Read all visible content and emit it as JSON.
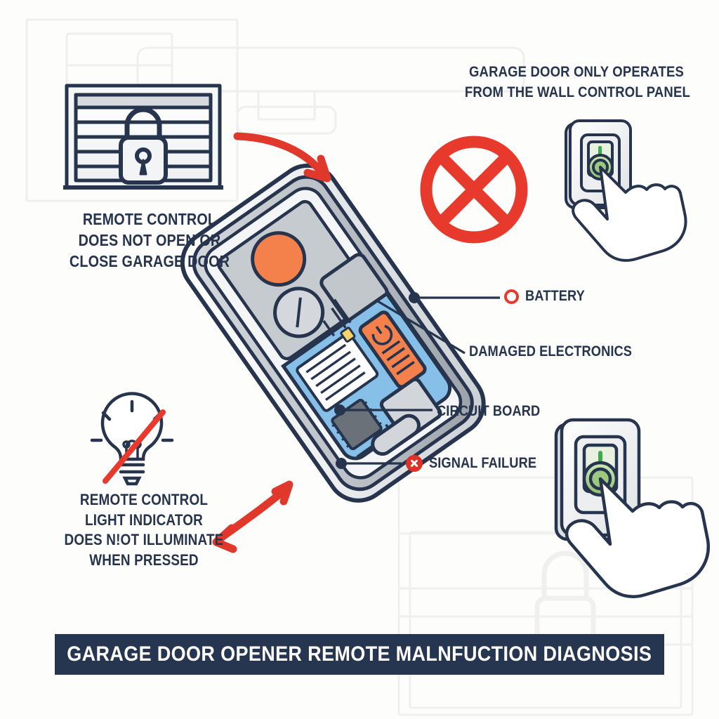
{
  "banner": {
    "title": "GARAGE DOOR OPENER REMOTE MALNFUCTION DIAGNOSIS"
  },
  "captions": {
    "no_open": {
      "lines": [
        "REMOTE CONTROL",
        "DOES NOT OPEN OR",
        "CLOSE GARAGE DOOR"
      ]
    },
    "wall_panel": {
      "lines": [
        "GARAGE DOOR ONLY OPERATES",
        "FROM THE WALL CONTROL PANEL"
      ]
    },
    "light_indicator": {
      "lines": [
        "REMOTE CONTROL",
        "LIGHT INDICATOR",
        "DOES N!OT ILLUMINATE",
        "WHEN PRESSED"
      ]
    }
  },
  "callouts": [
    {
      "id": "battery",
      "label": "BATTERY",
      "icon": "red-ring-icon"
    },
    {
      "id": "damaged",
      "label": "DAMAGED ELECTRONICS",
      "icon": "none"
    },
    {
      "id": "circuit",
      "label": "CIRCUIT BOARD",
      "icon": "none"
    },
    {
      "id": "signal",
      "label": "SIGNAL FAILURE",
      "icon": "red-x-circle-icon"
    }
  ],
  "icons": {
    "garage_door_locked": "garage-door-locked-icon",
    "light_bulb_off": "light-bulb-crossed-out-icon",
    "wall_panel_top": "wall-control-panel-hand-icon",
    "wall_panel_bottom": "wall-control-panel-hand-icon",
    "prohibition": "red-circle-x-prohibition-icon",
    "arrow_top": "curved-red-arrow-icon",
    "arrow_bottom": "double-headed-red-arrow-icon",
    "phone_exploded": "exploded-remote-device-icon"
  },
  "colors": {
    "ink": "#26344d",
    "banner_bg": "#273650",
    "accent_red": "#e03127",
    "pcb_blue": "#86bfe8",
    "button_orange": "#f4814c",
    "led_green": "#3faa4b",
    "shell_grey": "#d9dcdf"
  }
}
